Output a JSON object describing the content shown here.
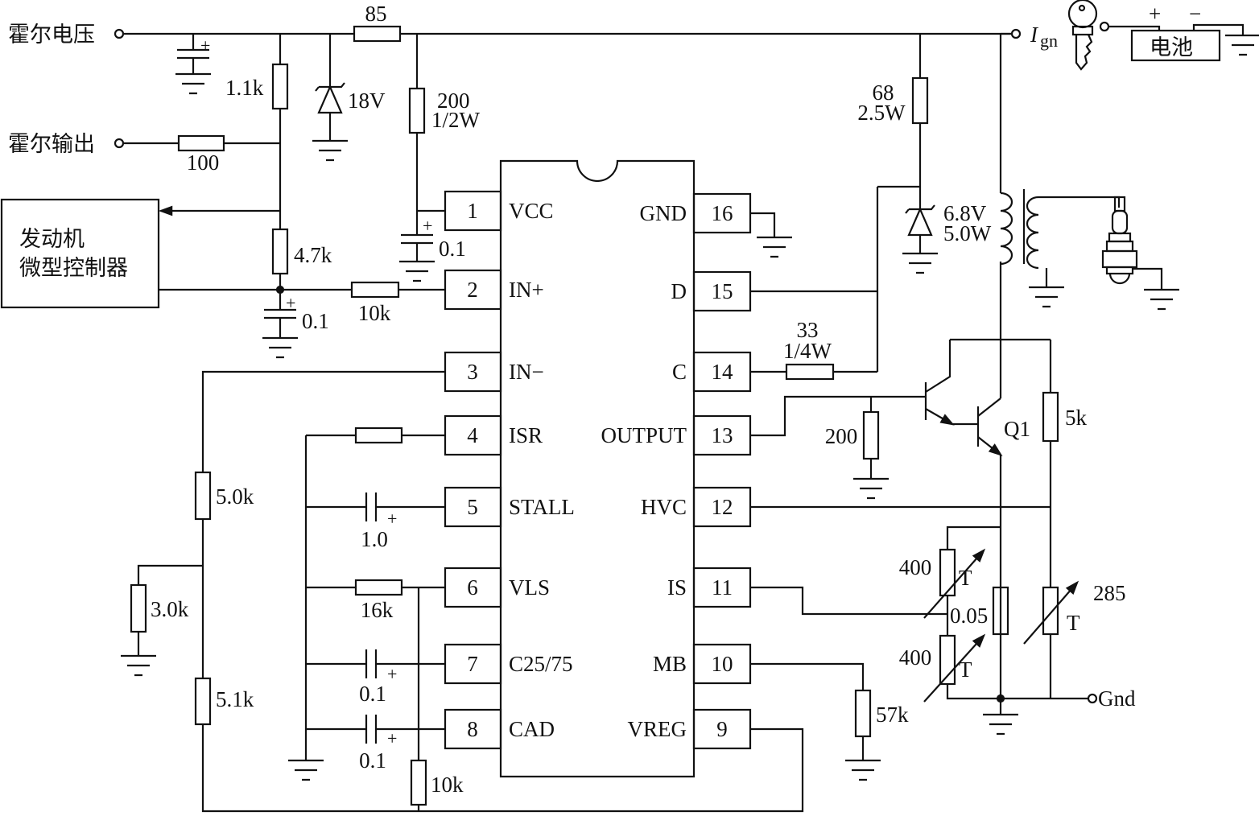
{
  "terminals": {
    "hall_voltage": "霍尔电压",
    "hall_output": "霍尔输出",
    "ignition_main": "I",
    "ignition_sub": "gn",
    "ground": "Gnd"
  },
  "controller": {
    "line1": "发动机",
    "line2": "微型控制器"
  },
  "battery": {
    "label": "电池",
    "plus": "+",
    "minus": "−"
  },
  "polarity_plus": "+",
  "ic": {
    "left_pins": [
      {
        "num": "1",
        "name": "VCC"
      },
      {
        "num": "2",
        "name": "IN+"
      },
      {
        "num": "3",
        "name": "IN−"
      },
      {
        "num": "4",
        "name": "ISR"
      },
      {
        "num": "5",
        "name": "STALL"
      },
      {
        "num": "6",
        "name": "VLS"
      },
      {
        "num": "7",
        "name": "C25/75"
      },
      {
        "num": "8",
        "name": "CAD"
      }
    ],
    "right_pins": [
      {
        "num": "16",
        "name": "GND"
      },
      {
        "num": "15",
        "name": "D"
      },
      {
        "num": "14",
        "name": "C"
      },
      {
        "num": "13",
        "name": "OUTPUT"
      },
      {
        "num": "12",
        "name": "HVC"
      },
      {
        "num": "11",
        "name": "IS"
      },
      {
        "num": "10",
        "name": "MB"
      },
      {
        "num": "9",
        "name": "VREG"
      }
    ]
  },
  "components": {
    "r85": "85",
    "r1_1k": "1.1k",
    "z18": "18V",
    "r200": "200",
    "r200_power": "1/2W",
    "r100": "100",
    "r4_7k": "4.7k",
    "c_in": "0.1",
    "r10k_in": "10k",
    "c_vcc": "0.1",
    "r5_0k": "5.0k",
    "r3_0k": "3.0k",
    "r5_1k": "5.1k",
    "c_stall": "1.0",
    "r16k": "16k",
    "c7": "0.1",
    "c8": "0.1",
    "r10k_bottom": "10k",
    "r68": "68",
    "r68_power": "2.5W",
    "z6_8": "6.8V",
    "z6_8_power": "5.0W",
    "r33": "33",
    "r33_power": "1/4W",
    "r200_base": "200",
    "q1": "Q1",
    "r5k": "5k",
    "r400_top": "400",
    "r400_bottom": "400",
    "thermistor_mark": "T",
    "r0_05": "0.05",
    "r285": "285",
    "r57k": "57k"
  }
}
